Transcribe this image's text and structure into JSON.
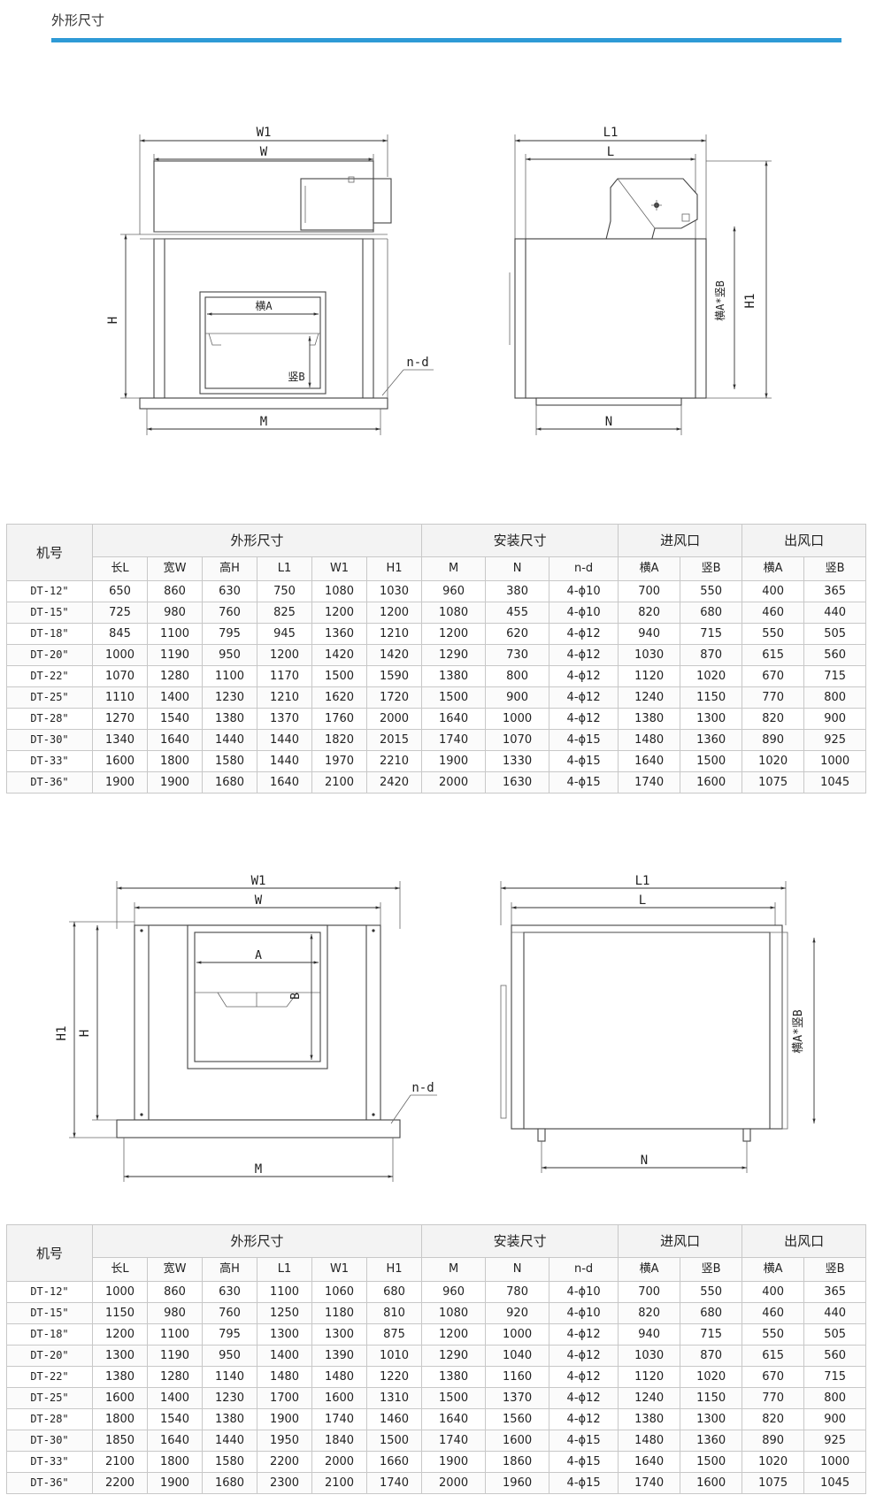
{
  "header": {
    "title": "外形尺寸"
  },
  "drawing1": {
    "front": {
      "w1": "W1",
      "w": "W",
      "h": "H",
      "a": "横A",
      "b": "竖B",
      "nd": "n-d",
      "m": "M"
    },
    "side": {
      "l1": "L1",
      "l": "L",
      "h1": "H1",
      "ab": "横A*竖B",
      "n": "N"
    }
  },
  "drawing2": {
    "front": {
      "w1": "W1",
      "w": "W",
      "h1": "H1",
      "h": "H",
      "a": "A",
      "b": "B",
      "nd": "n-d",
      "m": "M"
    },
    "side": {
      "l1": "L1",
      "l": "L",
      "ab": "横A*竖B",
      "n": "N"
    }
  },
  "table_headers": {
    "model": "机号",
    "groups": [
      "外形尺寸",
      "安装尺寸",
      "进风口",
      "出风口"
    ],
    "columns": [
      "长L",
      "宽W",
      "高H",
      "L1",
      "W1",
      "H1",
      "M",
      "N",
      "n-d",
      "横A",
      "竖B",
      "横A",
      "竖B"
    ]
  },
  "table1": {
    "rows": [
      [
        "DT-12\"",
        "650",
        "860",
        "630",
        "750",
        "1080",
        "1030",
        "960",
        "380",
        "4-ϕ10",
        "700",
        "550",
        "400",
        "365"
      ],
      [
        "DT-15\"",
        "725",
        "980",
        "760",
        "825",
        "1200",
        "1200",
        "1080",
        "455",
        "4-ϕ10",
        "820",
        "680",
        "460",
        "440"
      ],
      [
        "DT-18\"",
        "845",
        "1100",
        "795",
        "945",
        "1360",
        "1210",
        "1200",
        "620",
        "4-ϕ12",
        "940",
        "715",
        "550",
        "505"
      ],
      [
        "DT-20\"",
        "1000",
        "1190",
        "950",
        "1200",
        "1420",
        "1420",
        "1290",
        "730",
        "4-ϕ12",
        "1030",
        "870",
        "615",
        "560"
      ],
      [
        "DT-22\"",
        "1070",
        "1280",
        "1100",
        "1170",
        "1500",
        "1590",
        "1380",
        "800",
        "4-ϕ12",
        "1120",
        "1020",
        "670",
        "715"
      ],
      [
        "DT-25\"",
        "1110",
        "1400",
        "1230",
        "1210",
        "1620",
        "1720",
        "1500",
        "900",
        "4-ϕ12",
        "1240",
        "1150",
        "770",
        "800"
      ],
      [
        "DT-28\"",
        "1270",
        "1540",
        "1380",
        "1370",
        "1760",
        "2000",
        "1640",
        "1000",
        "4-ϕ12",
        "1380",
        "1300",
        "820",
        "900"
      ],
      [
        "DT-30\"",
        "1340",
        "1640",
        "1440",
        "1440",
        "1820",
        "2015",
        "1740",
        "1070",
        "4-ϕ15",
        "1480",
        "1360",
        "890",
        "925"
      ],
      [
        "DT-33\"",
        "1600",
        "1800",
        "1580",
        "1440",
        "1970",
        "2210",
        "1900",
        "1330",
        "4-ϕ15",
        "1640",
        "1500",
        "1020",
        "1000"
      ],
      [
        "DT-36\"",
        "1900",
        "1900",
        "1680",
        "1640",
        "2100",
        "2420",
        "2000",
        "1630",
        "4-ϕ15",
        "1740",
        "1600",
        "1075",
        "1045"
      ]
    ]
  },
  "table2": {
    "rows": [
      [
        "DT-12\"",
        "1000",
        "860",
        "630",
        "1100",
        "1060",
        "680",
        "960",
        "780",
        "4-ϕ10",
        "700",
        "550",
        "400",
        "365"
      ],
      [
        "DT-15\"",
        "1150",
        "980",
        "760",
        "1250",
        "1180",
        "810",
        "1080",
        "920",
        "4-ϕ10",
        "820",
        "680",
        "460",
        "440"
      ],
      [
        "DT-18\"",
        "1200",
        "1100",
        "795",
        "1300",
        "1300",
        "875",
        "1200",
        "1000",
        "4-ϕ12",
        "940",
        "715",
        "550",
        "505"
      ],
      [
        "DT-20\"",
        "1300",
        "1190",
        "950",
        "1400",
        "1390",
        "1010",
        "1290",
        "1040",
        "4-ϕ12",
        "1030",
        "870",
        "615",
        "560"
      ],
      [
        "DT-22\"",
        "1380",
        "1280",
        "1140",
        "1480",
        "1480",
        "1220",
        "1380",
        "1160",
        "4-ϕ12",
        "1120",
        "1020",
        "670",
        "715"
      ],
      [
        "DT-25\"",
        "1600",
        "1400",
        "1230",
        "1700",
        "1600",
        "1310",
        "1500",
        "1370",
        "4-ϕ12",
        "1240",
        "1150",
        "770",
        "800"
      ],
      [
        "DT-28\"",
        "1800",
        "1540",
        "1380",
        "1900",
        "1740",
        "1460",
        "1640",
        "1560",
        "4-ϕ12",
        "1380",
        "1300",
        "820",
        "900"
      ],
      [
        "DT-30\"",
        "1850",
        "1640",
        "1440",
        "1950",
        "1840",
        "1500",
        "1740",
        "1600",
        "4-ϕ15",
        "1480",
        "1360",
        "890",
        "925"
      ],
      [
        "DT-33\"",
        "2100",
        "1800",
        "1580",
        "2200",
        "2000",
        "1660",
        "1900",
        "1860",
        "4-ϕ15",
        "1640",
        "1500",
        "1020",
        "1000"
      ],
      [
        "DT-36\"",
        "2200",
        "1900",
        "1680",
        "2300",
        "2100",
        "1740",
        "2000",
        "1960",
        "4-ϕ15",
        "1740",
        "1600",
        "1075",
        "1045"
      ]
    ]
  }
}
